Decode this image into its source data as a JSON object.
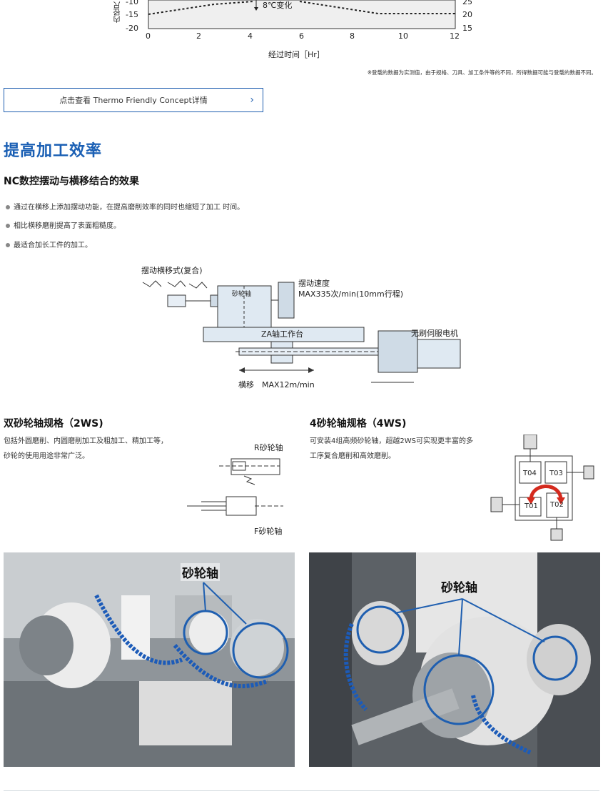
{
  "chart_data": {
    "type": "line",
    "ylabel_left": "内径尺",
    "xlabel": "经过时间［Hr］",
    "x_ticks": [
      "0",
      "2",
      "4",
      "6",
      "8",
      "10",
      "12"
    ],
    "y_ticks_left": [
      "-10",
      "-15",
      "-20"
    ],
    "y_ticks_right": [
      "25",
      "20",
      "15"
    ],
    "annotation": "8℃变化"
  },
  "note": "※登载的数据为实测值，由于规格、刀具、加工条件等的不同，所得数据可能与登载的数据不同。",
  "cta": {
    "label": "点击查看 Thermo Friendly Concept详情",
    "chevron": "›"
  },
  "section": {
    "title": "提高加工效率",
    "subtitle": "NC数控摆动与横移结合的效果",
    "bullets": [
      "通过在横移上添加摆动功能，在提高磨削效率的同时也缩短了加工 时间。",
      "相比横移磨削提高了表面粗糙度。",
      "最适合加长工件的加工。"
    ]
  },
  "diagram1": {
    "label_mode": "摆动横移式(复合)",
    "label_wheel": "砂轮轴",
    "label_speed_title": "摆动速度",
    "label_speed_value": "MAX335次/min(10mm行程)",
    "label_table": "ZA轴工作台",
    "label_motor": "无刷伺服电机",
    "label_traverse": "横移　MAX12m/min"
  },
  "spec2": {
    "title": "双砂轮轴规格（2WS)",
    "text": "包括外圆磨削、内圆磨削加工及粗加工、精加工等，砂轮的使用用途非常广泛。",
    "r_label": "R砂轮轴",
    "f_label": "F砂轮轴",
    "photo_label": "砂轮轴"
  },
  "spec4": {
    "title": "4砂轮轴规格（4WS)",
    "text": "可安装4组高频砂轮轴，超越2WS可实现更丰富的多工序复合磨削和高效磨削。",
    "t_labels": [
      "T04",
      "T03",
      "T01",
      "T02"
    ],
    "photo_label": "砂轮轴"
  },
  "colors": {
    "accent": "#1a5fb4",
    "highlight": "#1f5fb0",
    "arrow": "#d42a1e"
  }
}
